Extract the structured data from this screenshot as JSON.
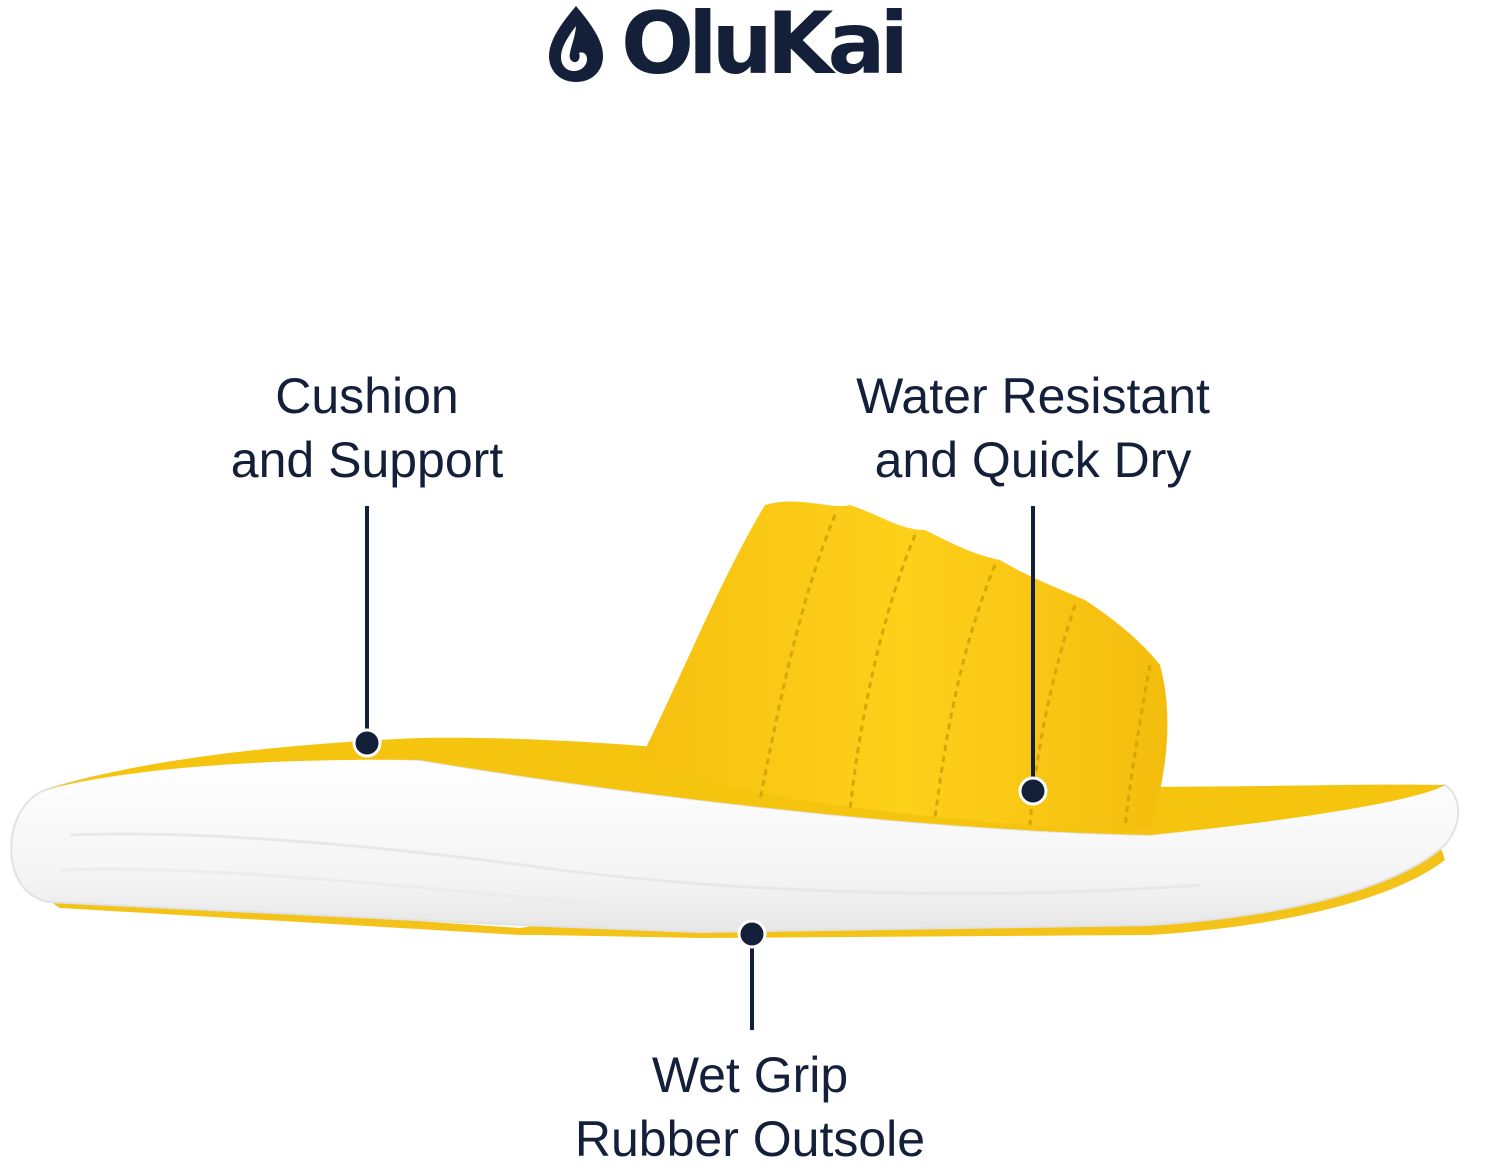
{
  "brand": {
    "logo_icon": "olukai-hook-icon",
    "name": "OluKai",
    "color": "#14203a"
  },
  "product": {
    "upper_color": "#f9c60e",
    "midsole_color": "#ffffff",
    "outsole_color": "#f3c31a"
  },
  "callouts": {
    "cushion": {
      "line1": "Cushion",
      "line2": "and Support"
    },
    "water": {
      "line1": "Water Resistant",
      "line2": "and Quick Dry"
    },
    "grip": {
      "line1": "Wet Grip",
      "line2": "Rubber Outsole"
    }
  }
}
